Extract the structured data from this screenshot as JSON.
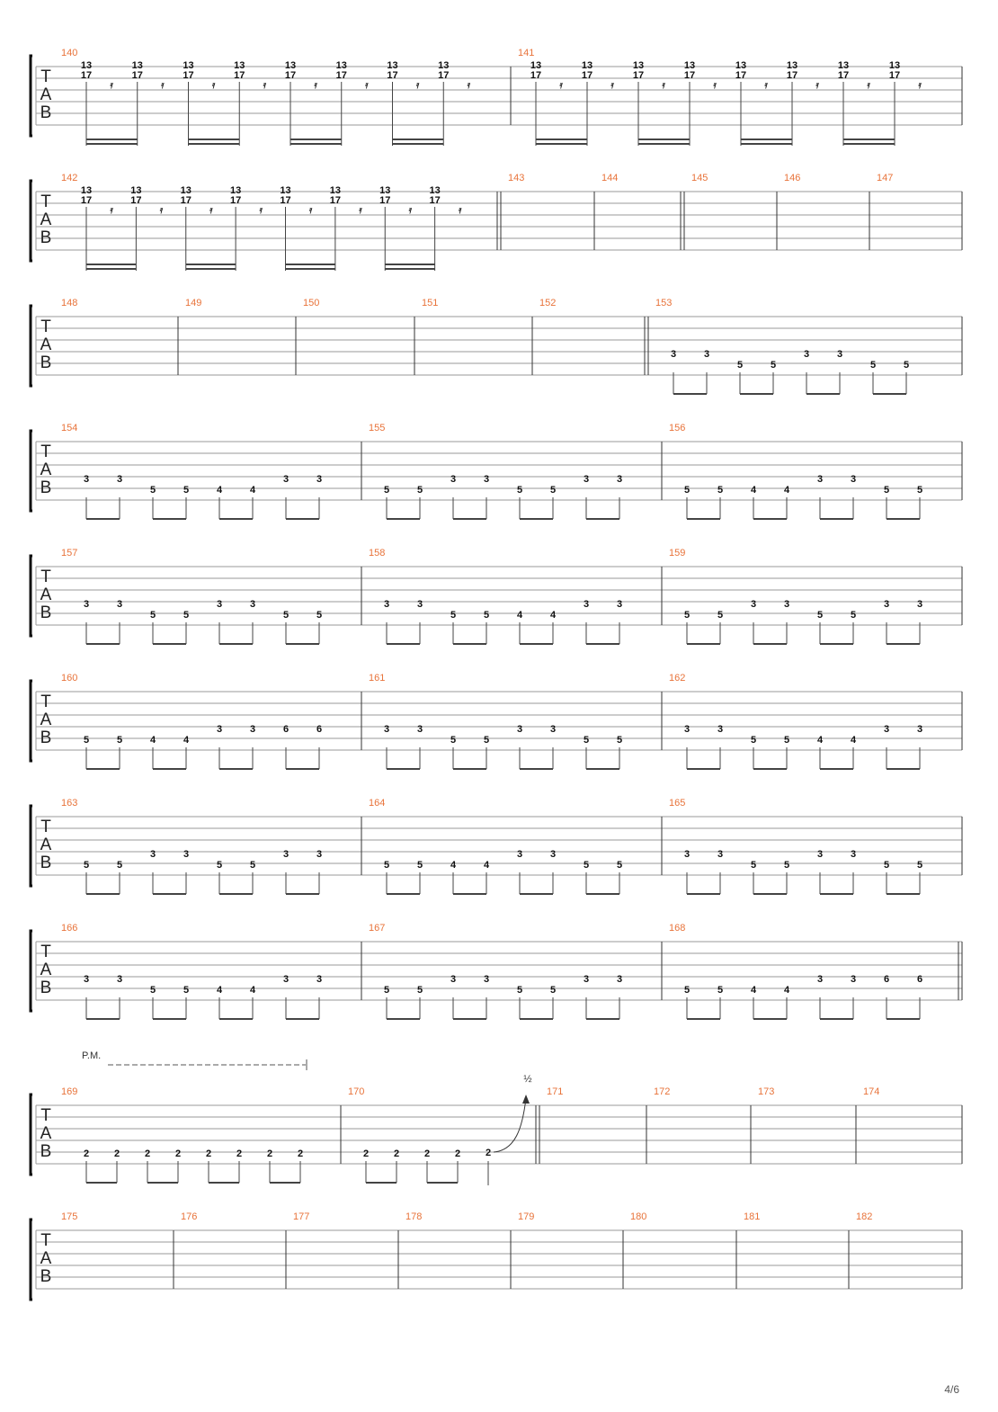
{
  "page": {
    "number": "4/6"
  },
  "tab_label": [
    "T",
    "A",
    "B"
  ],
  "palm_mute_label": "P.M.",
  "bend_label": "½",
  "systems": [
    {
      "measures": [
        {
          "number": "140",
          "pattern": "chord13_17"
        },
        {
          "number": "141",
          "pattern": "chord13_17"
        }
      ],
      "end_bar": "single"
    },
    {
      "measures": [
        {
          "number": "142",
          "pattern": "chord13_17",
          "end_bar": "double"
        },
        {
          "number": "143"
        },
        {
          "number": "144",
          "end_bar": "double"
        },
        {
          "number": "145"
        },
        {
          "number": "146"
        },
        {
          "number": "147"
        }
      ],
      "end_bar": "single"
    },
    {
      "measures": [
        {
          "number": "148"
        },
        {
          "number": "149"
        },
        {
          "number": "150"
        },
        {
          "number": "151"
        },
        {
          "number": "152",
          "end_bar": "double"
        },
        {
          "number": "153",
          "frets": [
            "3",
            "3",
            "5",
            "5",
            "3",
            "3",
            "5",
            "5"
          ]
        }
      ],
      "end_bar": "single"
    },
    {
      "measures": [
        {
          "number": "154",
          "frets": [
            "3",
            "3",
            "5",
            "5",
            "4",
            "4",
            "3",
            "3"
          ]
        },
        {
          "number": "155",
          "frets": [
            "5",
            "5",
            "3",
            "3",
            "5",
            "5",
            "3",
            "3"
          ]
        },
        {
          "number": "156",
          "frets": [
            "5",
            "5",
            "4",
            "4",
            "3",
            "3",
            "5",
            "5"
          ]
        }
      ],
      "end_bar": "single"
    },
    {
      "measures": [
        {
          "number": "157",
          "frets": [
            "3",
            "3",
            "5",
            "5",
            "3",
            "3",
            "5",
            "5"
          ]
        },
        {
          "number": "158",
          "frets": [
            "3",
            "3",
            "5",
            "5",
            "4",
            "4",
            "3",
            "3"
          ]
        },
        {
          "number": "159",
          "frets": [
            "5",
            "5",
            "3",
            "3",
            "5",
            "5",
            "3",
            "3"
          ]
        }
      ],
      "end_bar": "single"
    },
    {
      "measures": [
        {
          "number": "160",
          "frets": [
            "5",
            "5",
            "4",
            "4",
            "3",
            "3",
            "6",
            "6"
          ]
        },
        {
          "number": "161",
          "frets": [
            "3",
            "3",
            "5",
            "5",
            "3",
            "3",
            "5",
            "5"
          ]
        },
        {
          "number": "162",
          "frets": [
            "3",
            "3",
            "5",
            "5",
            "4",
            "4",
            "3",
            "3"
          ]
        }
      ],
      "end_bar": "single"
    },
    {
      "measures": [
        {
          "number": "163",
          "frets": [
            "5",
            "5",
            "3",
            "3",
            "5",
            "5",
            "3",
            "3"
          ]
        },
        {
          "number": "164",
          "frets": [
            "5",
            "5",
            "4",
            "4",
            "3",
            "3",
            "5",
            "5"
          ]
        },
        {
          "number": "165",
          "frets": [
            "3",
            "3",
            "5",
            "5",
            "3",
            "3",
            "5",
            "5"
          ]
        }
      ],
      "end_bar": "single"
    },
    {
      "measures": [
        {
          "number": "166",
          "frets": [
            "3",
            "3",
            "5",
            "5",
            "4",
            "4",
            "3",
            "3"
          ]
        },
        {
          "number": "167",
          "frets": [
            "5",
            "5",
            "3",
            "3",
            "5",
            "5",
            "3",
            "3"
          ]
        },
        {
          "number": "168",
          "frets": [
            "5",
            "5",
            "4",
            "4",
            "3",
            "3",
            "6",
            "6"
          ]
        }
      ],
      "end_bar": "double"
    },
    {
      "measures": [
        {
          "number": "169",
          "frets": [
            "2",
            "2",
            "2",
            "2",
            "2",
            "2",
            "2",
            "2"
          ]
        },
        {
          "number": "170",
          "frets": [
            "2",
            "2",
            "2",
            "2",
            "2"
          ],
          "end_bar": "double"
        },
        {
          "number": "171"
        },
        {
          "number": "172"
        },
        {
          "number": "173"
        },
        {
          "number": "174"
        }
      ],
      "end_bar": "single"
    },
    {
      "measures": [
        {
          "number": "175"
        },
        {
          "number": "176"
        },
        {
          "number": "177"
        },
        {
          "number": "178"
        },
        {
          "number": "179"
        },
        {
          "number": "180"
        },
        {
          "number": "181"
        },
        {
          "number": "182"
        }
      ],
      "end_bar": "single"
    }
  ],
  "chord_pattern": {
    "chord13_17": {
      "upper": "13",
      "lower": "17"
    }
  },
  "colors": {
    "bar_number": "#e8733a",
    "staff_line": "#9a9a9a",
    "ink": "#111111"
  }
}
